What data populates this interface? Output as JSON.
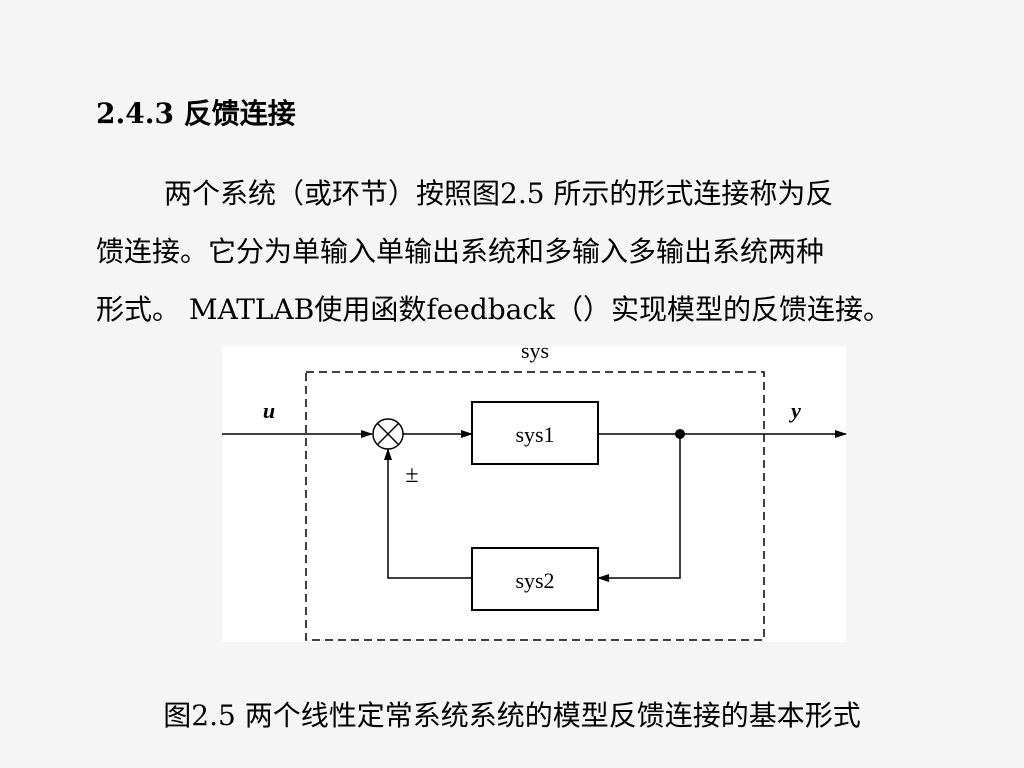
{
  "section": {
    "heading": "2.4.3 反馈连接"
  },
  "paragraph": {
    "lines": [
      "两个系统（或环节）按照图2.5 所示的形式连接称为反",
      "馈连接。它分为单输入单输出系统和多输入多输出系统两种",
      "形式。 MATLAB使用函数feedback（）实现模型的反馈连接。"
    ]
  },
  "diagram": {
    "outer_label": "sys",
    "input_label": "u",
    "output_label": "y",
    "block_forward": "sys1",
    "block_feedback": "sys2",
    "sign_label": "±",
    "background_color": "#ffffff",
    "line_color": "#000000"
  },
  "caption": "图2.5 两个线性定常系统系统的模型反馈连接的基本形式"
}
